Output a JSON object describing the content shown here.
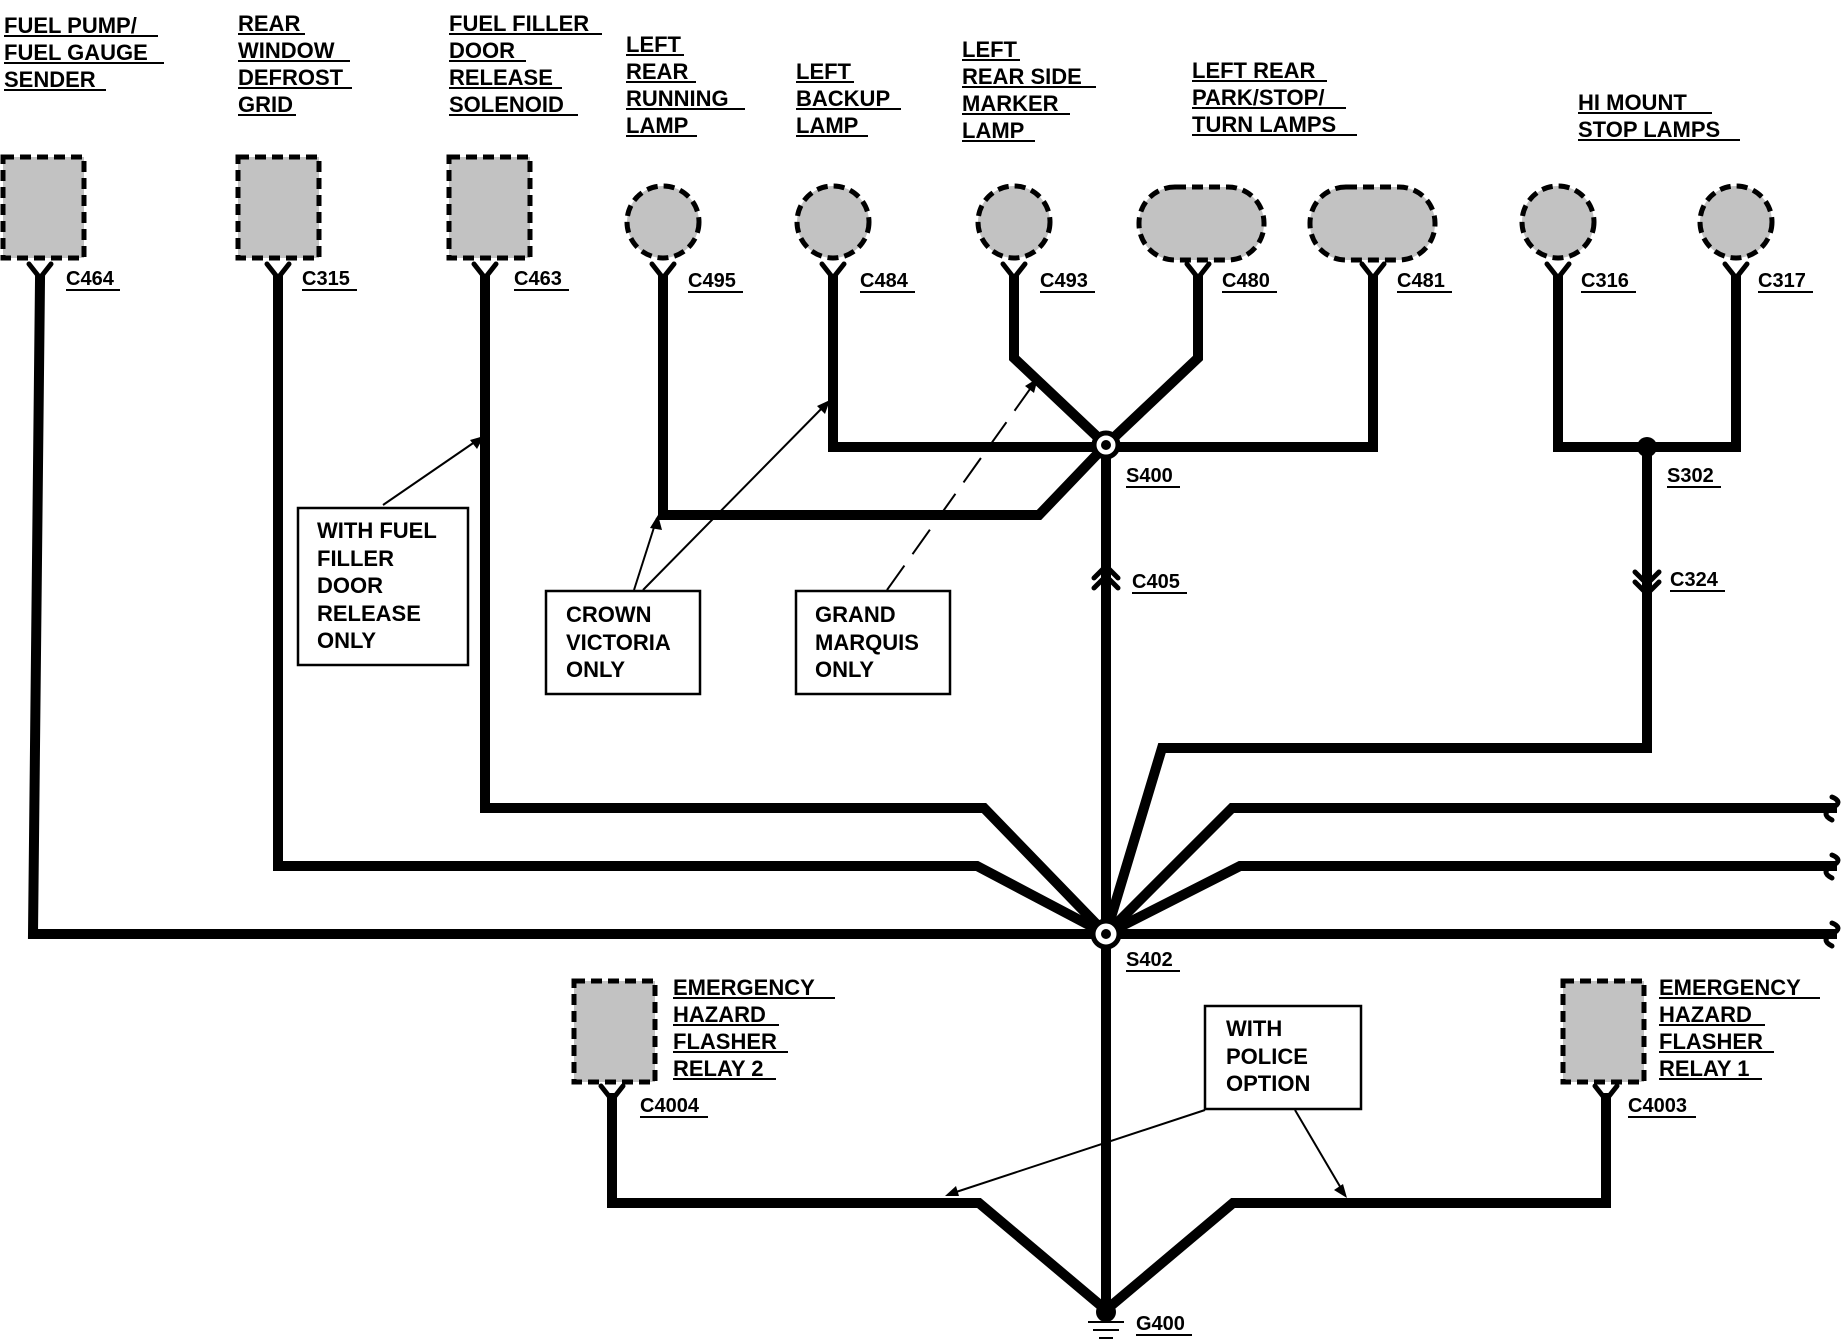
{
  "components": [
    {
      "id": "fuel-pump",
      "name": [
        "FUEL PUMP/",
        "FUEL GAUGE",
        "SENDER"
      ],
      "connector": "C464"
    },
    {
      "id": "rear-window-defrost",
      "name": [
        "REAR",
        "WINDOW",
        "DEFROST",
        "GRID"
      ],
      "connector": "C315"
    },
    {
      "id": "fuel-filler-door",
      "name": [
        "FUEL FILLER",
        "DOOR",
        "RELEASE",
        "SOLENOID"
      ],
      "connector": "C463"
    },
    {
      "id": "left-rear-running-lamp",
      "name": [
        "LEFT",
        "REAR",
        "RUNNING",
        "LAMP"
      ],
      "connector": "C495"
    },
    {
      "id": "left-backup-lamp",
      "name": [
        "LEFT",
        "BACKUP",
        "LAMP"
      ],
      "connector": "C484"
    },
    {
      "id": "left-rear-side-marker",
      "name": [
        "LEFT",
        "REAR SIDE",
        "MARKER",
        "LAMP"
      ],
      "connector": "C493"
    },
    {
      "id": "left-rear-park-stop-turn-a",
      "name": [
        "LEFT REAR",
        "PARK/STOP/",
        "TURN LAMPS"
      ],
      "connector": "C480"
    },
    {
      "id": "left-rear-park-stop-turn-b",
      "name": [],
      "connector": "C481"
    },
    {
      "id": "hi-mount-a",
      "name": [
        "HI MOUNT",
        "STOP LAMPS"
      ],
      "connector": "C316"
    },
    {
      "id": "hi-mount-b",
      "name": [],
      "connector": "C317"
    },
    {
      "id": "hazard-relay-2",
      "name": [
        "EMERGENCY",
        "HAZARD",
        "FLASHER",
        "RELAY 2"
      ],
      "connector": "C4004"
    },
    {
      "id": "hazard-relay-1",
      "name": [
        "EMERGENCY",
        "HAZARD",
        "FLASHER",
        "RELAY 1"
      ],
      "connector": "C4003"
    }
  ],
  "splices": [
    "S400",
    "S302",
    "S402"
  ],
  "inline_connectors": [
    "C405",
    "C324"
  ],
  "ground": "G400",
  "notes": {
    "fuel_door": [
      "WITH FUEL",
      "FILLER",
      "DOOR",
      "RELEASE",
      "ONLY"
    ],
    "crown_victoria": [
      "CROWN",
      "VICTORIA",
      "ONLY"
    ],
    "grand_marquis": [
      "GRAND",
      "MARQUIS",
      "ONLY"
    ],
    "police": [
      "WITH",
      "POLICE",
      "OPTION"
    ]
  }
}
